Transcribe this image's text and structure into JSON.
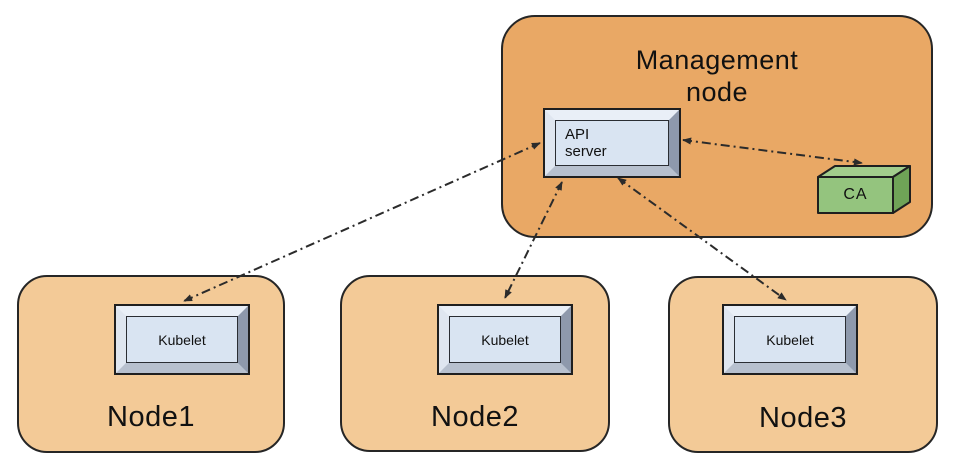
{
  "management_node": {
    "label": "Management node",
    "api_server_label": "API server",
    "ca_label": "CA"
  },
  "worker_nodes": [
    {
      "label": "Node1",
      "device_label": "Kubelet"
    },
    {
      "label": "Node2",
      "device_label": "Kubelet"
    },
    {
      "label": "Node3",
      "device_label": "Kubelet"
    }
  ],
  "connections": [
    {
      "from": "API server",
      "to": "Kubelet (Node1)",
      "style": "dash-dot",
      "bidirectional": true
    },
    {
      "from": "API server",
      "to": "Kubelet (Node2)",
      "style": "dash-dot",
      "bidirectional": true
    },
    {
      "from": "API server",
      "to": "Kubelet (Node3)",
      "style": "dash-dot",
      "bidirectional": true
    },
    {
      "from": "API server",
      "to": "CA",
      "style": "dash-dot",
      "bidirectional": true
    }
  ],
  "colors": {
    "management_node_fill": "#E9A865",
    "worker_node_fill": "#F3CA97",
    "device_face": "#D9E4F2",
    "device_bevel_light": "#E9EFF7",
    "device_bevel_dark": "#8E99AC",
    "ca_front": "#94C47E",
    "ca_top": "#A2CD8C",
    "ca_side": "#6FA357",
    "outline": "#262626",
    "arrow": "#2B2B2B"
  }
}
